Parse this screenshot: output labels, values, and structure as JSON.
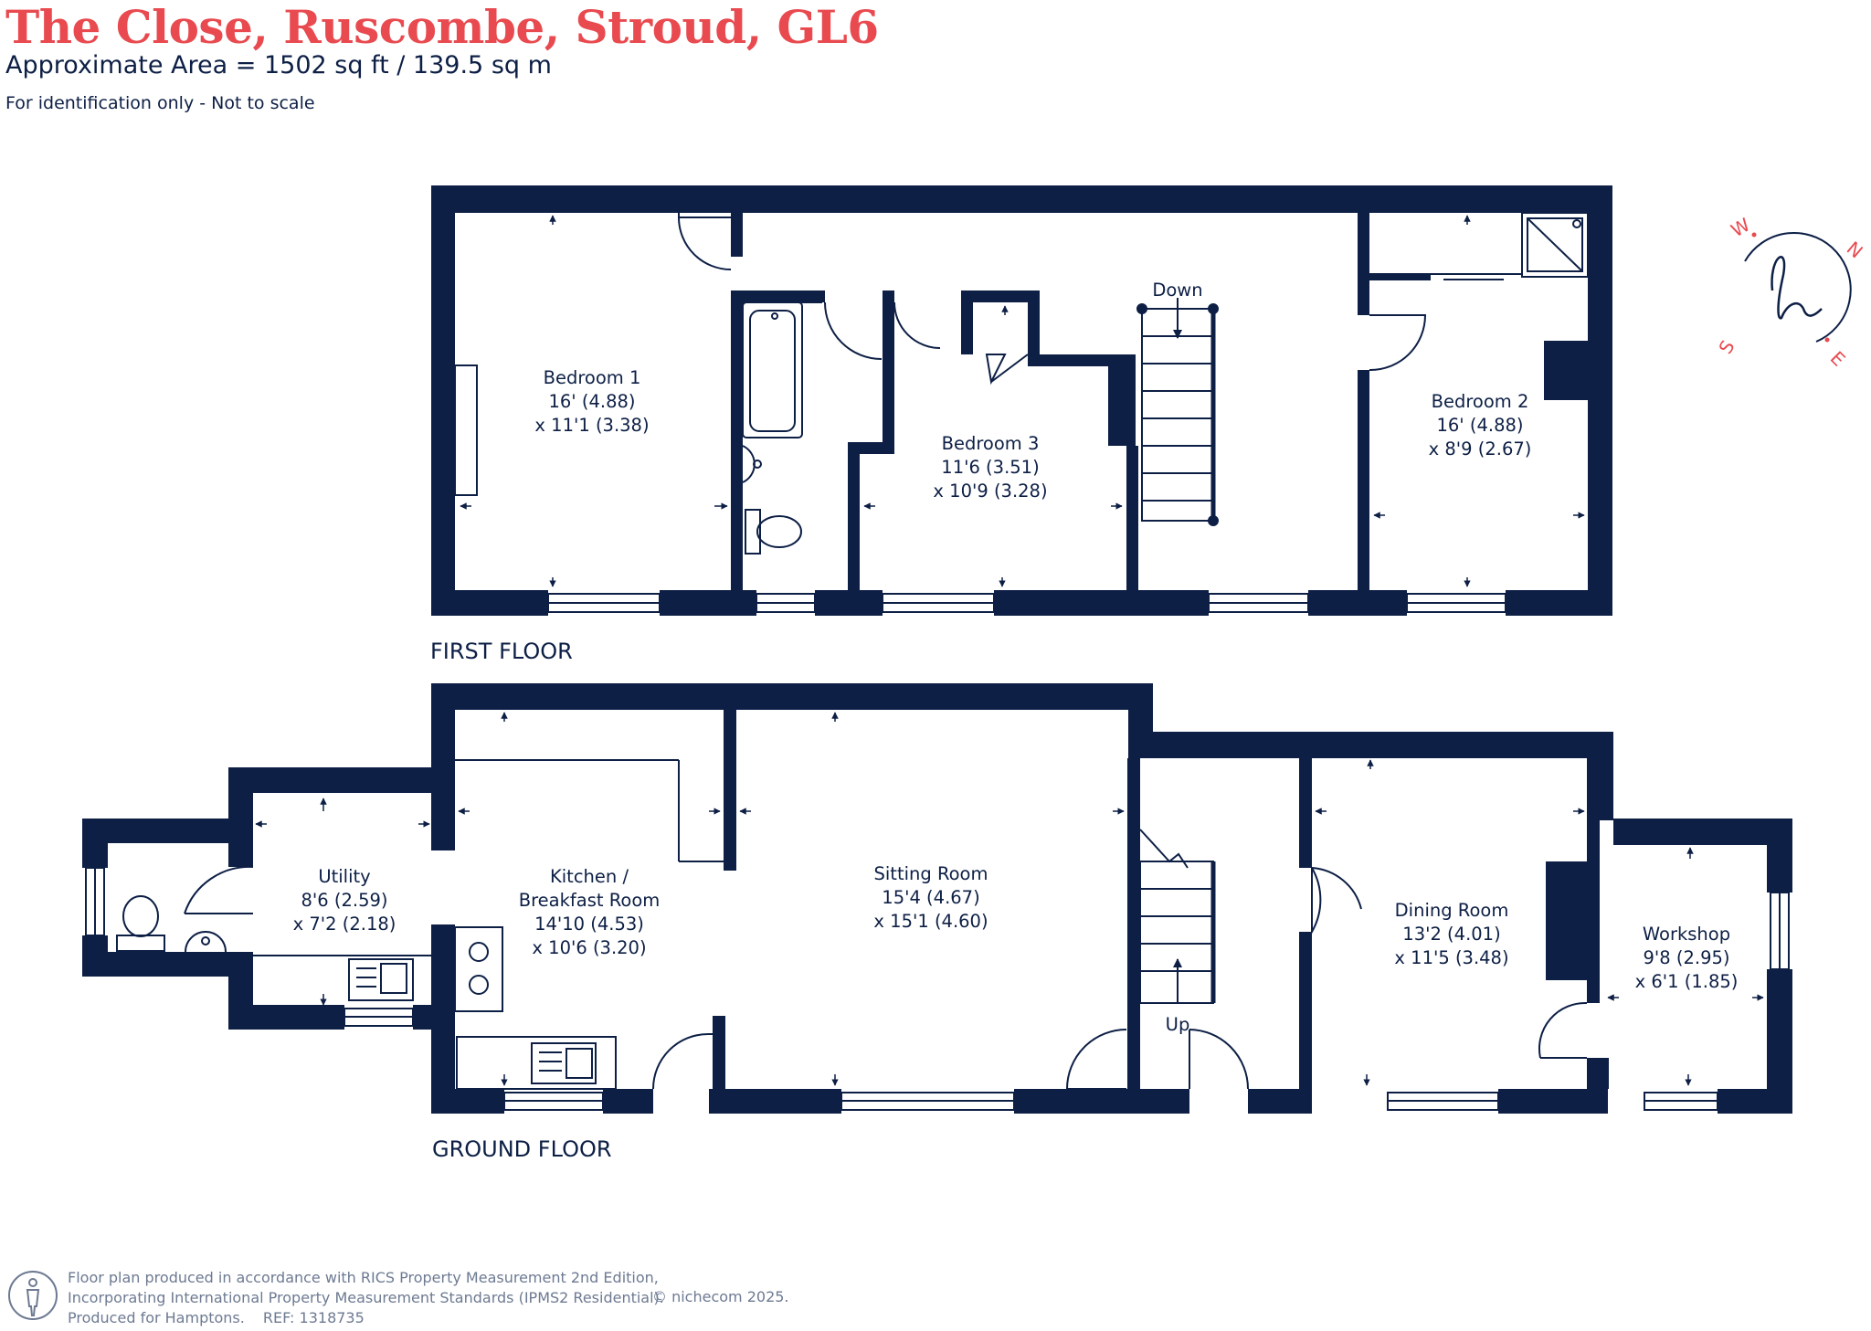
{
  "header": {
    "title": "The Close, Ruscombe, Stroud, GL6",
    "area": "Approximate Area = 1502  sq ft / 139.5  sq m",
    "note": "For identification only - Not to scale"
  },
  "floors": {
    "first": "FIRST FLOOR",
    "ground": "GROUND FLOOR"
  },
  "rooms": {
    "bedroom1": {
      "name": "Bedroom 1",
      "dim1": "16' (4.88)",
      "dim2": "x 11'1 (3.38)"
    },
    "bedroom3": {
      "name": "Bedroom 3",
      "dim1": "11'6 (3.51)",
      "dim2": "x 10'9 (3.28)"
    },
    "bedroom2": {
      "name": "Bedroom 2",
      "dim1": "16' (4.88)",
      "dim2": "x 8'9 (2.67)"
    },
    "utility": {
      "name": "Utility",
      "dim1": "8'6 (2.59)",
      "dim2": "x 7'2 (2.18)"
    },
    "kitchen": {
      "name1": "Kitchen /",
      "name2": "Breakfast Room",
      "dim1": "14'10 (4.53)",
      "dim2": "x 10'6 (3.20)"
    },
    "sitting": {
      "name": "Sitting Room",
      "dim1": "15'4 (4.67)",
      "dim2": "x 15'1 (4.60)"
    },
    "dining": {
      "name": "Dining Room",
      "dim1": "13'2 (4.01)",
      "dim2": "x 11'5 (3.48)"
    },
    "workshop": {
      "name": "Workshop",
      "dim1": "9'8 (2.95)",
      "dim2": "x 6'1 (1.85)"
    }
  },
  "stairs": {
    "down": "Down",
    "up": "Up"
  },
  "compass": {
    "w": "W",
    "n": "N",
    "s": "S",
    "e": "E"
  },
  "footer": {
    "line1": "Floor plan produced in accordance with RICS Property Measurement 2nd Edition,",
    "line2": "Incorporating International Property Measurement Standards (IPMS2 Residential).",
    "line3": "Produced for Hamptons.",
    "ref": "REF:  1318735",
    "copyright": "© nichecom 2025."
  },
  "colors": {
    "wall": "#0d1f45",
    "accent": "#e84a4f",
    "footer_text": "#6d7a92"
  }
}
